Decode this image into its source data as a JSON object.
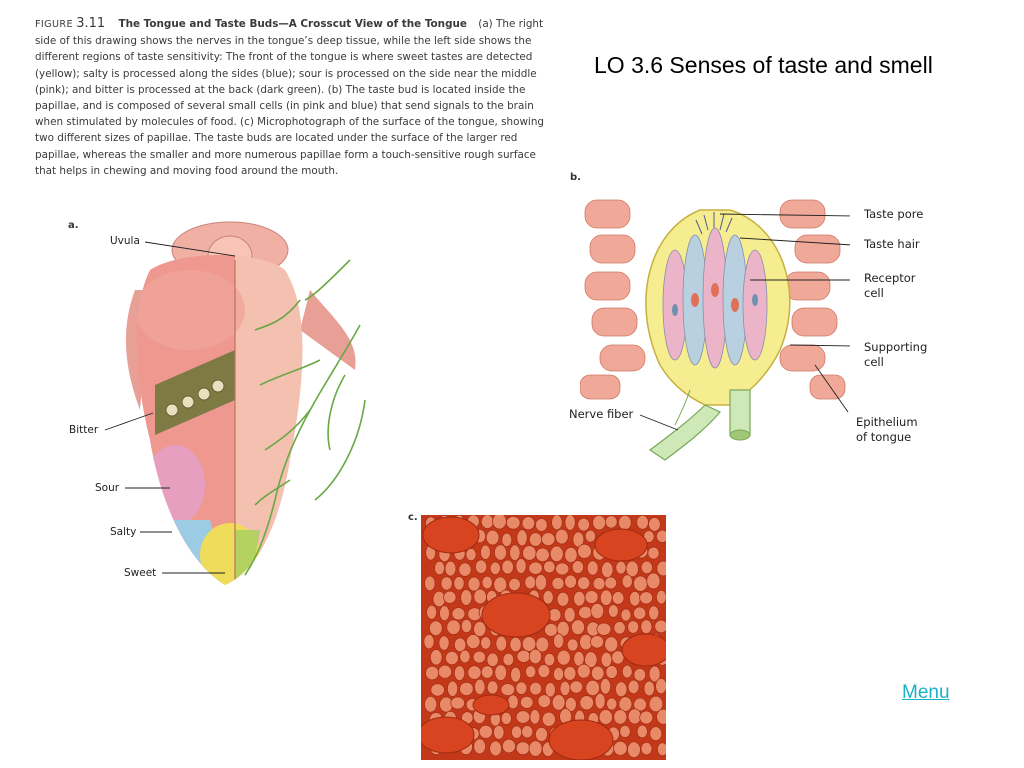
{
  "slide": {
    "title": "LO 3.6 Senses of taste and smell",
    "menu_link": "Menu"
  },
  "caption": {
    "figure_word": "FIGURE",
    "figure_number": "3.11",
    "figure_title": "The Tongue and Taste Buds—A Crosscut View of the Tongue",
    "body": "(a) The right side of this drawing shows the nerves in the tongue’s deep tissue, while the left side shows the different regions of taste sensitivity: The front of the tongue is where sweet tastes are detected (yellow); salty is processed along the sides (blue); sour is processed on the side near the middle (pink); and bitter is processed at the back (dark green). (b) The taste bud is located inside the papillae, and is composed of several small cells (in pink and blue) that send signals to the brain when stimulated by molecules of food. (c) Microphotograph of the surface of the tongue, showing two different sizes of papillae. The taste buds are located under the surface of the larger red papillae, whereas the smaller and more numerous papillae form a touch-sensitive rough surface that helps in chewing and moving food around the mouth."
  },
  "panel_a": {
    "letter": "a.",
    "labels": {
      "uvula": "Uvula",
      "bitter": "Bitter",
      "sour": "Sour",
      "salty": "Salty",
      "sweet": "Sweet"
    },
    "colors": {
      "tongue": "#ee9c92",
      "sweet": "#f0e060",
      "salty": "#9cc8e0",
      "sour": "#e8a8c8",
      "bitter": "#7a7a40",
      "nerve": "#6aa845"
    }
  },
  "panel_b": {
    "letter": "b.",
    "labels": {
      "taste_pore": "Taste pore",
      "taste_hair": "Taste hair",
      "receptor_cell_1": "Receptor",
      "receptor_cell_2": "cell",
      "supporting_cell_1": "Supporting",
      "supporting_cell_2": "cell",
      "nerve_fiber": "Nerve fiber",
      "epithelium_1": "Epithelium",
      "epithelium_2": "of tongue"
    }
  },
  "panel_c": {
    "letter": "c.",
    "colors": {
      "background": "#c83a18",
      "papilla": "#e88866",
      "large_papilla": "#d8401c"
    }
  }
}
